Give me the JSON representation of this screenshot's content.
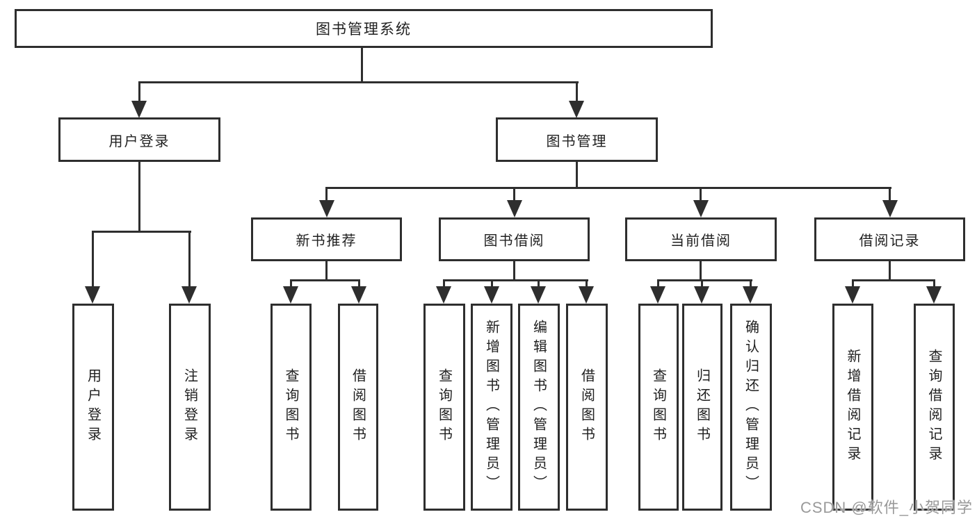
{
  "diagram": {
    "root": {
      "label": "图书管理系统"
    },
    "level2": [
      {
        "id": "user-login",
        "label": "用户登录"
      },
      {
        "id": "book-management",
        "label": "图书管理"
      }
    ],
    "level3": [
      {
        "id": "new-book-recommend",
        "parent": "book-management",
        "label": "新书推荐"
      },
      {
        "id": "book-borrowing",
        "parent": "book-management",
        "label": "图书借阅"
      },
      {
        "id": "current-borrowing",
        "parent": "book-management",
        "label": "当前借阅"
      },
      {
        "id": "borrowing-records",
        "parent": "book-management",
        "label": "借阅记录"
      }
    ],
    "leaves": [
      {
        "parent": "user-login",
        "label": "用户登录"
      },
      {
        "parent": "user-login",
        "label": "注销登录"
      },
      {
        "parent": "new-book-recommend",
        "label": "查询图书"
      },
      {
        "parent": "new-book-recommend",
        "label": "借阅图书"
      },
      {
        "parent": "book-borrowing",
        "label": "查询图书"
      },
      {
        "parent": "book-borrowing",
        "label": "新增图书（管理员）"
      },
      {
        "parent": "book-borrowing",
        "label": "编辑图书（管理员）"
      },
      {
        "parent": "book-borrowing",
        "label": "借阅图书"
      },
      {
        "parent": "current-borrowing",
        "label": "查询图书"
      },
      {
        "parent": "current-borrowing",
        "label": "归还图书"
      },
      {
        "parent": "current-borrowing",
        "label": "确认归还（管理员）"
      },
      {
        "parent": "borrowing-records",
        "label": "新增借阅记录"
      },
      {
        "parent": "borrowing-records",
        "label": "查询借阅记录"
      }
    ],
    "watermark": "CSDN @软件_小贺同学",
    "colors": {
      "line": "#2e2e2e",
      "background": "#ffffff",
      "watermark": "#999999"
    }
  }
}
